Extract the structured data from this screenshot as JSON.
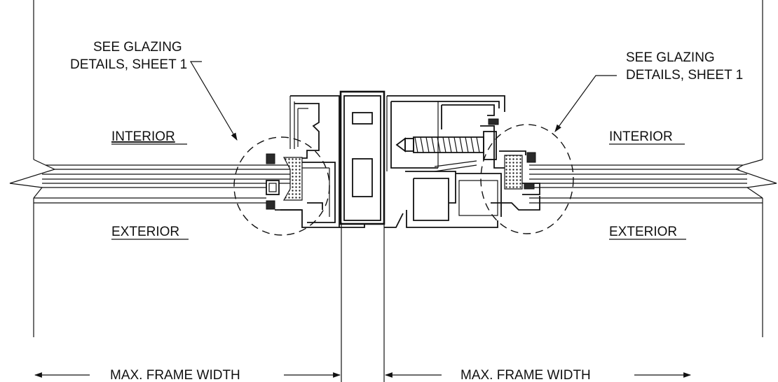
{
  "callouts": {
    "left_line1": "SEE GLAZING",
    "left_line2": "DETAILS, SHEET 1",
    "right_line1": "SEE GLAZING",
    "right_line2": "DETAILS, SHEET 1"
  },
  "zones": {
    "left_interior": "INTERIOR",
    "left_exterior": "EXTERIOR",
    "right_interior": "INTERIOR",
    "right_exterior": "EXTERIOR"
  },
  "dimensions": {
    "left": "MAX. FRAME WIDTH",
    "right": "MAX. FRAME WIDTH"
  }
}
